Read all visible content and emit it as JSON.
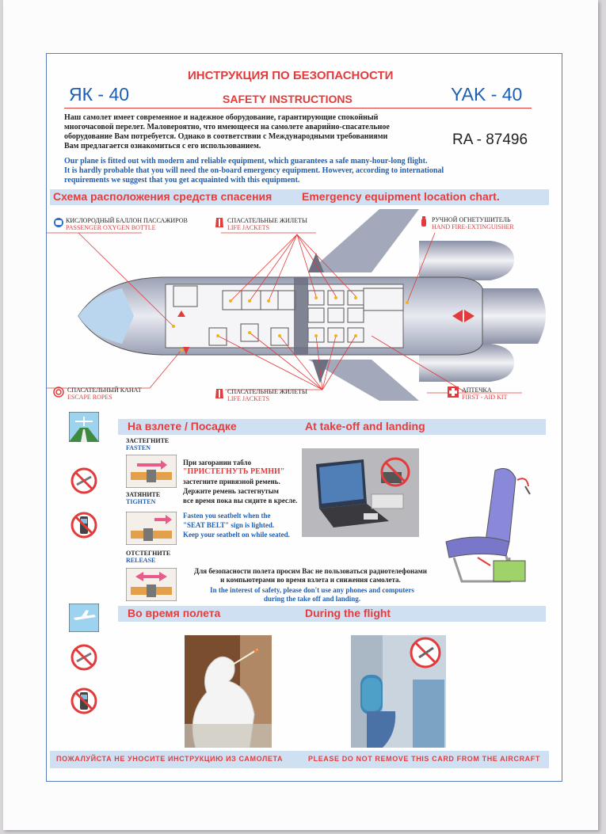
{
  "header": {
    "title_ru": "ИНСТРУКЦИЯ ПО БЕЗОПАСНОСТИ",
    "title_en": "SAFETY INSTRUCTIONS",
    "model_ru": "ЯК - 40",
    "model_en": "YAK - 40",
    "registration": "RA - 87496"
  },
  "intro": {
    "ru": [
      "Наш самолет имеет современное и надежное оборудование, гарантирующие спокойный",
      "многочасовой перелет. Маловероятно, что имеющееся на самолете аварийно-спасательное",
      "оборудование  Вам потребуется. Однако в соответствии с Международными требованиями",
      "Вам предлагается ознакомиться с его использованием."
    ],
    "en": [
      "Our plane is fitted out with modern and reliable equipment, which guarantees a safe many-hour-long flight.",
      "It is hardly probable that you will need the on-board emergency equipment. However, according to international",
      "requirements we suggest that you get acquainted with this equipment."
    ]
  },
  "sections": {
    "chart_ru": "Схема расположения средств спасения",
    "chart_en": "Emergency equipment location chart.",
    "takeoff_ru": "На взлете / Посадке",
    "takeoff_en": "At take-off and landing",
    "flight_ru": "Во время полета",
    "flight_en": "During the flight"
  },
  "equipment": {
    "oxygen_ru": "КИСЛОРОДНЫЙ БАЛЛОН ПАССАЖИРОВ",
    "oxygen_en": "PASSENGER OXYGEN BOTTLE",
    "jackets_ru": "СПАСАТЕЛЬНЫЕ ЖИЛЕТЫ",
    "jackets_en": "LIFE JACKETS",
    "extinguisher_ru": "РУЧНОЙ ОГНЕТУШИТЕЛЬ",
    "extinguisher_en": "HAND FIRE-EXTINGUISHER",
    "ropes_ru": "СПАСАТЕЛЬНЫЙ КАНАТ",
    "ropes_en": "ESCAPE ROPES",
    "jackets2_ru": "СПАСАТЕЛЬНЫЕ ЖИЛЕТЫ",
    "jackets2_en": "LIFE JACKETS",
    "firstaid_ru": "АПТЕЧКА",
    "firstaid_en": "FIRST - AID KIT"
  },
  "seatbelt": {
    "fasten_ru": "ЗАСТЕГНИТЕ",
    "fasten_en": "FASTEN",
    "tighten_ru": "ЗАТЯНИТЕ",
    "tighten_en": "TIGHTEN",
    "release_ru": "ОТСТЕГНИТЕ",
    "release_en": "RELEASE",
    "ru_line1": "При загорании табло",
    "ru_sign": "\"ПРИСТЕГНУТЬ РЕМНИ\"",
    "ru_line3": "застегните привязной ремень.",
    "ru_line4": "Держите ремень застегнутым",
    "ru_line5": "все время пока вы сидите в кресле.",
    "en_line1": "Fasten you seatbelt when the",
    "en_line2": "\"SEAT BELT\" sign is lighted.",
    "en_line3": "Keep your seatbelt on while seated."
  },
  "phones": {
    "ru_line1": "Для безопасности полета просим Вас не пользоваться радиотелефонами",
    "ru_line2": "и компьютерами во время взлета и снижения самолета.",
    "en_line1": "In the interest of safety, please don't use any phones and computers",
    "en_line2": "during the take off and landing."
  },
  "footer": {
    "ru": "ПОЖАЛУЙСТА НЕ УНОСИТЕ ИНСТРУКЦИЮ ИЗ САМОЛЕТА",
    "en": "PLEASE DO NOT REMOVE THIS CARD FROM THE AIRCRAFT"
  },
  "colors": {
    "accent_red": "#e33b3b",
    "accent_blue": "#1d5fb3",
    "band": "#cfe0f2"
  }
}
